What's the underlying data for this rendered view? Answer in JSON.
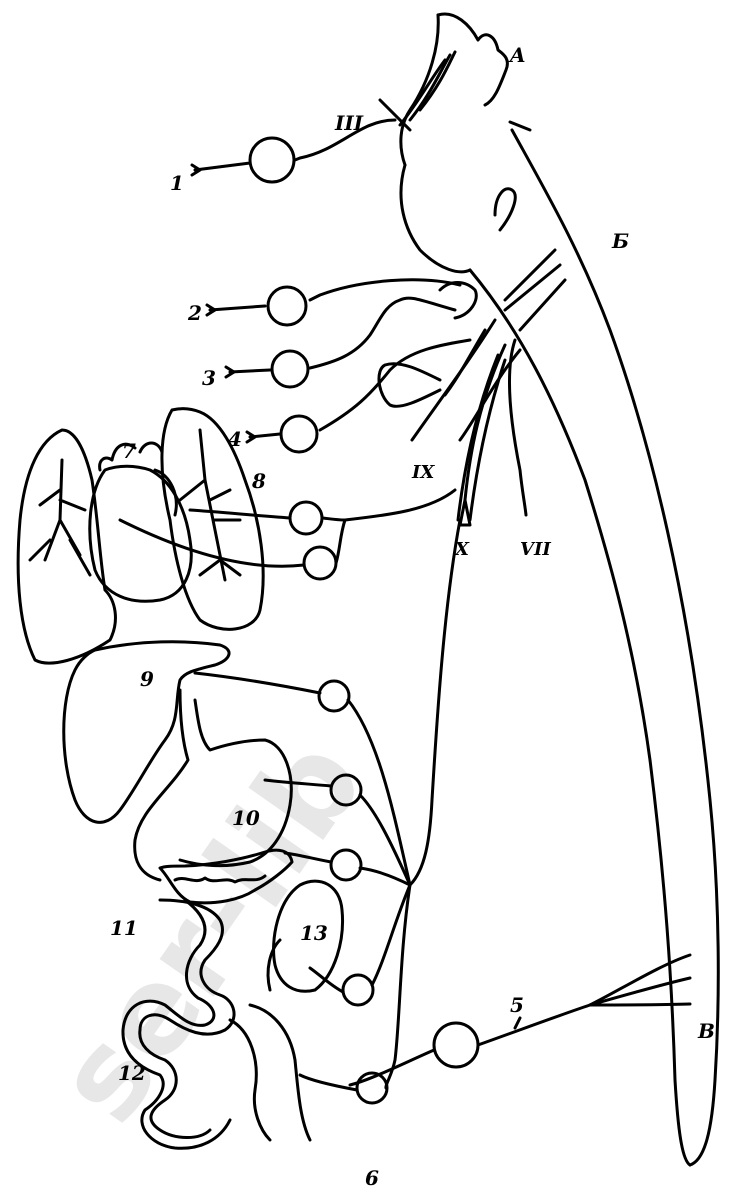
{
  "labels": {
    "A": "A",
    "B": "Б",
    "V": "В",
    "n1": "1",
    "n2": "2",
    "n3": "3",
    "n4": "4",
    "n5": "5",
    "n6": "6",
    "n7": "7",
    "n8": "8",
    "n9": "9",
    "n10": "10",
    "n11": "11",
    "n12": "12",
    "n13": "13",
    "rIII": "III",
    "rVII": "VII",
    "rIX": "IX",
    "rX": "X"
  },
  "watermark": "ser-lib"
}
